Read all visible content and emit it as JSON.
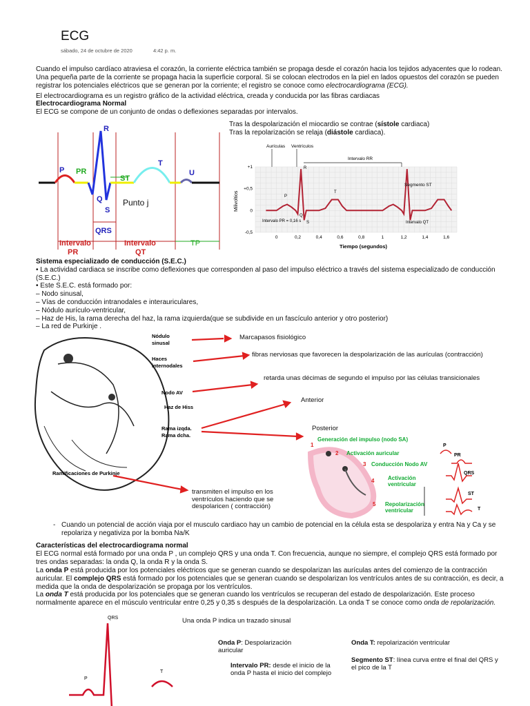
{
  "header": {
    "title": "ECG",
    "date": "sábado, 24 de octubre de 2020",
    "time": "4:42 p. m."
  },
  "intro": {
    "p1": "Cuando el impulso cardíaco atraviesa el corazón, la corriente eléctrica también se propaga desde el corazón hacia los tejidos adyacentes que lo rodean. Una pequeña parte de la corriente se propaga hacia la superficie corporal. Si se colocan electrodos en la piel en lados opuestos del corazón se pueden registrar los potenciales eléctricos que se generan por la corriente; el registro se conoce como",
    "p1_em": "electrocardiograma (ECG).",
    "p2": "El electrocardiograma es un registro gráfico de la actividad eléctrica, creada y conducida por las fibras cardiacas",
    "h_normal": "Electrocardiograma Normal",
    "p3": "El ECG se compone de un conjunto de ondas o deflexiones separadas por intervalos."
  },
  "ecg_fig1": {
    "labels": {
      "p": "P",
      "pr": "PR",
      "r": "R",
      "q": "Q",
      "s": "S",
      "st": "ST",
      "t": "T",
      "u": "U",
      "punto_j": "Punto j",
      "qrs": "QRS",
      "int_pr_1": "Intervalo",
      "int_pr_2": "PR",
      "int_qt_1": "Intervalo",
      "int_qt_2": "QT",
      "tp": "TP"
    }
  },
  "ecg_side": {
    "line1_a": "Tras la despolarización el miocardio se contrae (",
    "line1_b": "sístole",
    "line1_c": " cardiaca)",
    "line2_a": "Tras la repolarización se relaja (",
    "line2_b": "diástole",
    "line2_c": " cardiaca)."
  },
  "chart_data": {
    "type": "line",
    "xlabel": "Tiempo (segundos)",
    "ylabel": "Milivoltios",
    "x_ticks": [
      "0",
      "0,2",
      "0,4",
      "0,6",
      "0,8",
      "1",
      "1,2",
      "1,4",
      "1,6"
    ],
    "y_ticks": [
      "+1",
      "+0,5",
      "0",
      "-0,5"
    ],
    "xlim": [
      -0.2,
      1.7
    ],
    "ylim": [
      -0.5,
      1.0
    ],
    "grid": true,
    "annotations": [
      "Aurículas",
      "Ventrículos",
      "Intervalo RR",
      "Segmento ST",
      "Intervalo PR = 0,16 s",
      "Intervalo QT",
      "P",
      "Q",
      "R",
      "S",
      "T"
    ],
    "series": [
      {
        "x": [
          -0.1,
          0.0,
          0.06,
          0.1,
          0.14,
          0.18,
          0.2,
          0.23,
          0.26,
          0.28,
          0.3,
          0.33,
          0.4,
          0.46,
          0.52,
          0.58,
          0.62,
          0.66,
          0.72,
          0.8,
          0.9,
          1.0,
          1.06,
          1.1,
          1.14,
          1.18,
          1.2,
          1.23,
          1.26,
          1.28,
          1.3,
          1.33,
          1.4,
          1.46,
          1.52,
          1.58,
          1.62,
          1.65
        ],
        "y": [
          0,
          0,
          0.1,
          0.14,
          0.08,
          0,
          -0.08,
          0.95,
          -0.22,
          0,
          0,
          0,
          0,
          0.05,
          0.25,
          0.25,
          0.1,
          0,
          0,
          0,
          0,
          0,
          0.1,
          0.14,
          0.08,
          0,
          -0.08,
          0.95,
          -0.22,
          0,
          0,
          0,
          0,
          0.05,
          0.25,
          0.25,
          0.1,
          0
        ]
      }
    ]
  },
  "sec": {
    "heading": "Sistema especializado de conducción (S.E.C.)",
    "l1": "• La actividad cardiaca se inscribe como deflexiones que corresponden al paso del impulso eléctrico a través del sistema especializado de conducción (S.E.C.)",
    "l2": "• Este S.E.C. está formado por:",
    "l3": "– Nodo sinusal,",
    "l4": "– Vías de conducción intranodales e interauriculares,",
    "l5": "– Nódulo aurículo-ventricular,",
    "l6": "– Haz de His, la rama derecha del haz, la rama izquierda(que se subdivide en un fascículo anterior y otro posterior)",
    "l7": "– La red de Purkinje ."
  },
  "heart": {
    "nodulo_1": "Nódulo",
    "nodulo_2": "sinusal",
    "haces_1": "Haces",
    "haces_2": "internodales",
    "nodo_av": "Nodo AV",
    "haz_his": "Haz de Hiss",
    "rama_izq": "Rama izqda.",
    "rama_dcha": "Rama dcha.",
    "purkinje": "Ramificaciones de Purkinje",
    "desc1": "Marcapasos fisiológico",
    "desc2": "fibras nerviosas que favorecen la despolarización de las aurículas (contracción)",
    "desc3": "retarda unas décimas de segundo el impulso por las células transicionales",
    "desc4": "Anterior",
    "desc5": "Posterior",
    "desc6": "transmiten el impulso en los ventrículos haciendo que se despolaricen ( contracción)"
  },
  "gen_fig": {
    "s1": "Generación del impulso (nodo SA)",
    "s2": "Activación auricular",
    "s3": "Conducción Nodo AV",
    "s4a": "Activación",
    "s4b": "ventricular",
    "s5a": "Repolarización",
    "s5b": "ventricular",
    "n1": "1",
    "n2": "2",
    "n3": "3",
    "n4": "4",
    "n5": "5",
    "w_p": "P",
    "w_pr": "PR",
    "w_qrs": "QRS",
    "w_st": "ST",
    "w_t": "T"
  },
  "bullet": "Cuando un potencial de acción viaja por el musculo cardiaco hay un cambio de potencial en la célula esta se despolariza y entra Na y Ca y se repolariza y negativiza por la bomba Na/K",
  "caract": {
    "heading": "Características del electrocardiograma normal",
    "p1": "El ECG normal está formado por una onda P , un complejo QRS y una onda T. Con frecuencia, aunque no siempre, el complejo QRS está formado por tres ondas separadas: la onda Q, la onda R y la onda S.",
    "p2_a": "La ",
    "p2_b": "onda P",
    "p2_c": " está producida por los potenciales eléctricos que se generan cuando se despolarizan las aurículas antes del comienzo de la contracción auricular. El ",
    "p2_d": "complejo QRS",
    "p2_e": " está formado por los potenciales que se generan cuando se despolarizan los ventrículos antes de su contracción, es decir, a medida que la onda de despolarización se propaga por los ventrículos.",
    "p3_a": "La ",
    "p3_b": "onda T",
    "p3_c": " está producida por los potenciales que se generan cuando los ventrículos se recuperan del estado de despolarización. Este proceso normalmente aparece en el músculo ventricular entre 0,25 y 0,35 s después de la despolarización. La onda T se conoce como ",
    "p3_d": "onda de repolarización."
  },
  "bottom": {
    "qrs": "QRS",
    "p": "P",
    "t": "T",
    "sinusal": "Una onda P indica un trazado sinusal",
    "ondap_b": "Onda P",
    "ondap_t": ": Despolarización auricular",
    "ondat_b": "Onda T:",
    "ondat_t": " repolarización ventricular",
    "intpr_b": "Intervalo PR:",
    "intpr_t": " desde el inicio de la onda P hasta el inicio del complejo",
    "segst_b": "Segmento ST",
    "segst_t": ": línea curva entre el final del QRS y el pico de la T"
  }
}
